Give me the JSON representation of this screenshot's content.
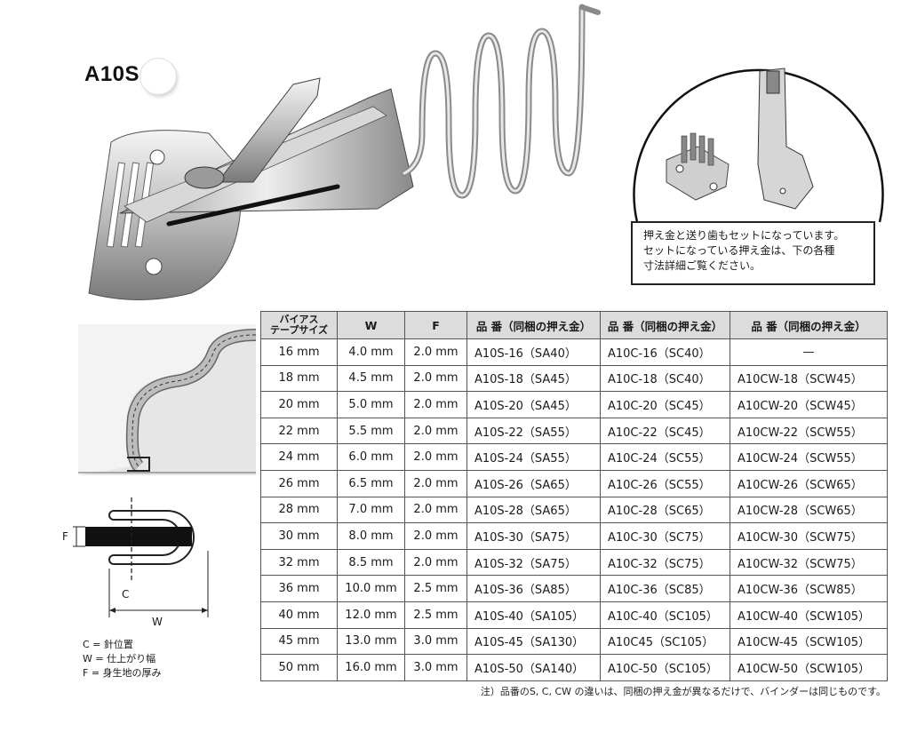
{
  "title": "A10S-",
  "note": {
    "line1": "押え金と送り歯もセットになっています。",
    "line2": "セットになっている押え金は、下の各種",
    "line3": "寸法詳細ご覧ください。"
  },
  "diagram": {
    "f_label": "F",
    "c_label": "C",
    "w_label": "W"
  },
  "legend": {
    "c": "C = 針位置",
    "w": "W = 仕上がり幅",
    "f": "F = 身生地の厚み"
  },
  "table": {
    "headers": {
      "size_line1": "バイアス",
      "size_line2": "テープサイズ",
      "w": "W",
      "f": "F",
      "p1": "品 番（同梱の押え金）",
      "p2": "品 番（同梱の押え金）",
      "p3": "品 番（同梱の押え金）"
    },
    "rows": [
      [
        "16 mm",
        "4.0 mm",
        "2.0 mm",
        "A10S-16（SA40）",
        "A10C-16（SC40）",
        "—"
      ],
      [
        "18 mm",
        "4.5 mm",
        "2.0 mm",
        "A10S-18（SA45）",
        "A10C-18（SC40）",
        "A10CW-18（SCW45）"
      ],
      [
        "20 mm",
        "5.0 mm",
        "2.0 mm",
        "A10S-20（SA45）",
        "A10C-20（SC45）",
        "A10CW-20（SCW45）"
      ],
      [
        "22 mm",
        "5.5 mm",
        "2.0 mm",
        "A10S-22（SA55）",
        "A10C-22（SC45）",
        "A10CW-22（SCW55）"
      ],
      [
        "24 mm",
        "6.0 mm",
        "2.0 mm",
        "A10S-24（SA55）",
        "A10C-24（SC55）",
        "A10CW-24（SCW55）"
      ],
      [
        "26 mm",
        "6.5 mm",
        "2.0 mm",
        "A10S-26（SA65）",
        "A10C-26（SC55）",
        "A10CW-26（SCW65）"
      ],
      [
        "28 mm",
        "7.0 mm",
        "2.0 mm",
        "A10S-28（SA65）",
        "A10C-28（SC65）",
        "A10CW-28（SCW65）"
      ],
      [
        "30 mm",
        "8.0 mm",
        "2.0 mm",
        "A10S-30（SA75）",
        "A10C-30（SC75）",
        "A10CW-30（SCW75）"
      ],
      [
        "32 mm",
        "8.5 mm",
        "2.0 mm",
        "A10S-32（SA75）",
        "A10C-32（SC75）",
        "A10CW-32（SCW75）"
      ],
      [
        "36 mm",
        "10.0 mm",
        "2.5 mm",
        "A10S-36（SA85）",
        "A10C-36（SC85）",
        "A10CW-36（SCW85）"
      ],
      [
        "40 mm",
        "12.0 mm",
        "2.5 mm",
        "A10S-40（SA105）",
        "A10C-40（SC105）",
        "A10CW-40（SCW105）"
      ],
      [
        "45 mm",
        "13.0 mm",
        "3.0 mm",
        "A10S-45（SA130）",
        "A10C45（SC105）",
        "A10CW-45（SCW105）"
      ],
      [
        "50 mm",
        "16.0 mm",
        "3.0 mm",
        "A10S-50（SA140）",
        "A10C-50（SC105）",
        "A10CW-50（SCW105）"
      ]
    ]
  },
  "footnote": "注）品番のS, C, CW の違いは、同梱の押え金が異なるだけで、バインダーは同じものです。"
}
